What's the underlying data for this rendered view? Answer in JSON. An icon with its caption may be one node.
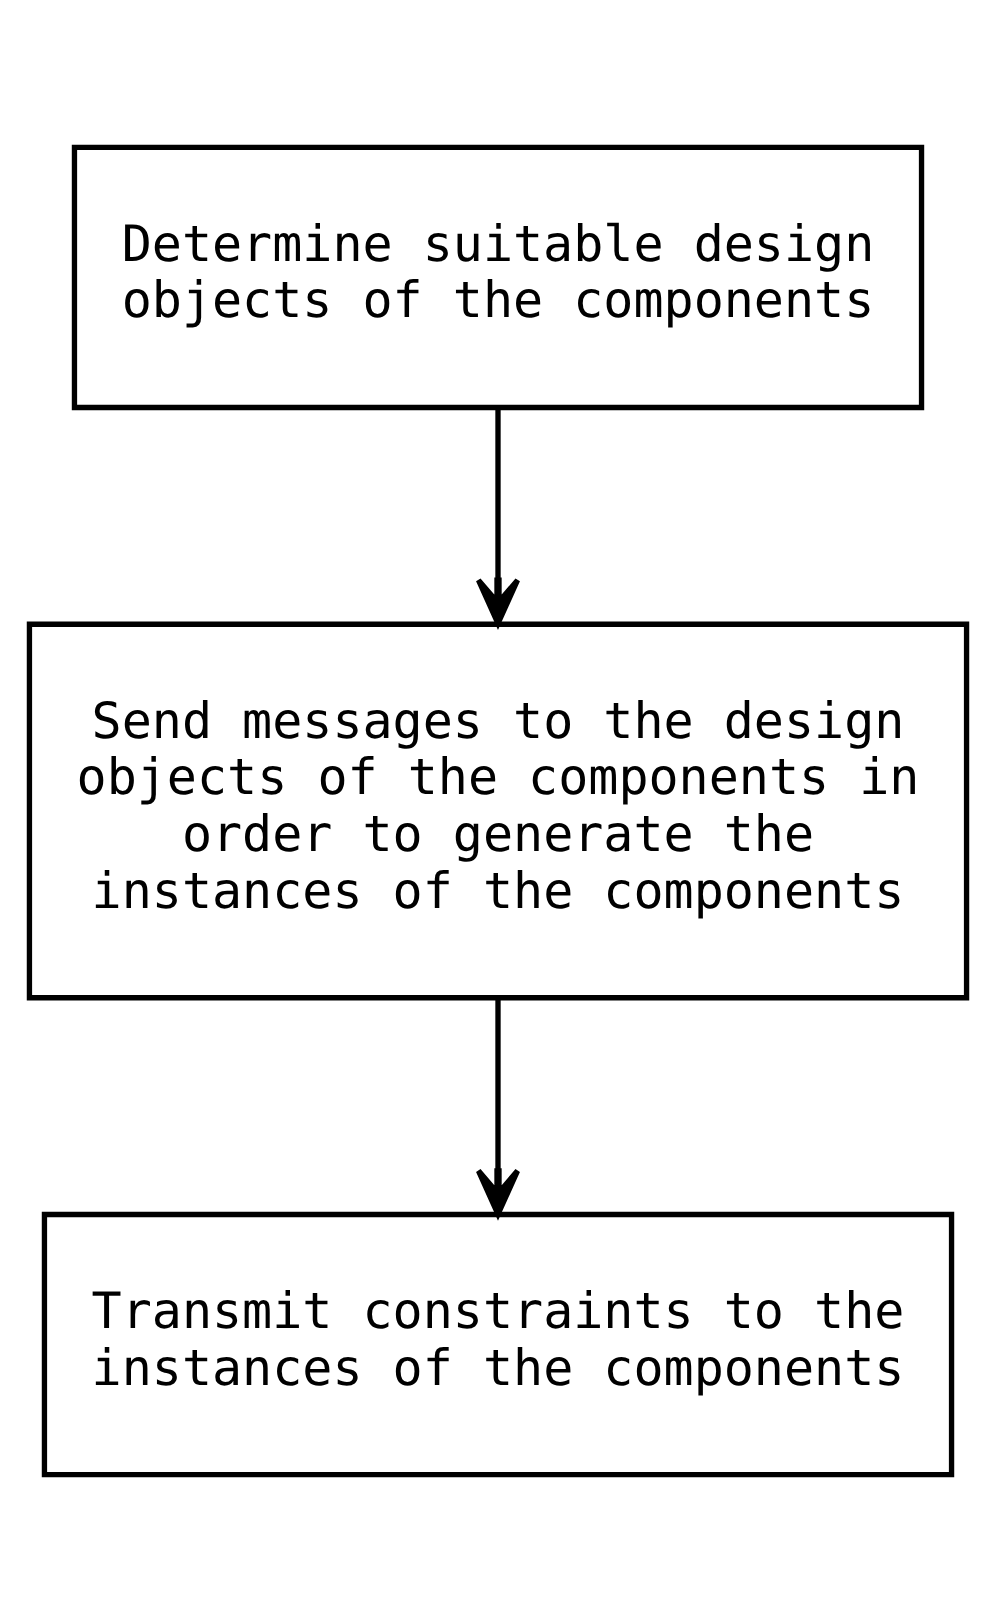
{
  "diagram": {
    "nodes": [
      {
        "text": [
          "Determine suitable design objects of the components"
        ]
      },
      {
        "text": [
          "Send messages to the design objects of the components in order to generate the instances of the components"
        ]
      },
      {
        "text": [
          "Transmit constraints to the instances of the components"
        ]
      }
    ],
    "edges": [
      {
        "from": 0,
        "to": 1,
        "arrow": "to"
      },
      {
        "from": 1,
        "to": 2,
        "arrow": "to"
      }
    ]
  }
}
